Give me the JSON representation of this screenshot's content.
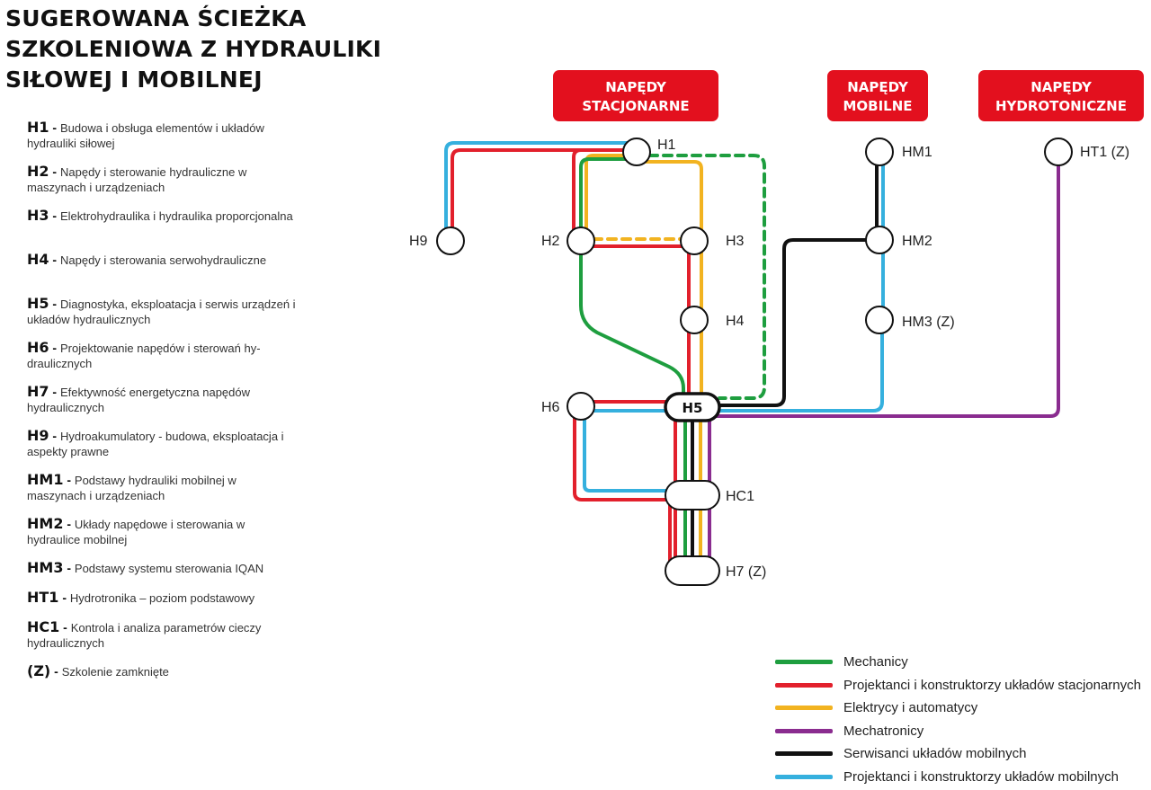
{
  "title": {
    "line1": "SUGEROWANA ŚCIEŻKA",
    "line2": "SZKOLENIOWA Z HYDRAULIKI",
    "line3": "SIŁOWEJ I MOBILNEJ"
  },
  "course_legend": [
    {
      "code": "H1",
      "text": "Budowa i obsługa elementów i układów hydrauliki siłowej"
    },
    {
      "code": "H2",
      "text": "Napędy i sterowanie hydrauliczne w maszynach i urządzeniach"
    },
    {
      "code": "H3",
      "text": "Elektrohydraulika i hydraulika proporcjonalna"
    },
    {
      "code": "H4",
      "text": "Napędy i sterowania serwohydrauliczne"
    },
    {
      "code": "H5",
      "text": "Diagnostyka, eksploatacja i serwis urządzeń i układów hydraulicznych"
    },
    {
      "code": "H6",
      "text": "Projektowanie napędów i sterowań hy-draulicznych"
    },
    {
      "code": "H7",
      "text": "Efektywność energetyczna napędów hydraulicznych"
    },
    {
      "code": "H9",
      "text": "Hydroakumulatory - budowa, eksploatacja i aspekty prawne"
    },
    {
      "code": "HM1",
      "text": "Podstawy hydrauliki mobilnej w maszynach i urządzeniach"
    },
    {
      "code": "HM2",
      "text": "Układy napędowe i sterowania w hydraulice mobilnej"
    },
    {
      "code": "HM3",
      "text": "Podstawy systemu sterowania IQAN"
    },
    {
      "code": "HT1",
      "text": "Hydrotronika – poziom podstawowy"
    },
    {
      "code": "HC1",
      "text": "Kontrola i analiza parametrów cieczy hydraulicznych"
    },
    {
      "code": "(Z)",
      "text": "Szkolenie zamknięte"
    }
  ],
  "headers": {
    "stationary": {
      "line1": "NAPĘDY",
      "line2": "STACJONARNE"
    },
    "mobile": {
      "line1": "NAPĘDY",
      "line2": "MOBILNE"
    },
    "hydrotronic": {
      "line1": "NAPĘDY",
      "line2": "HYDROTONICZNE"
    }
  },
  "nodes": {
    "H1": "H1",
    "H2": "H2",
    "H3": "H3",
    "H4": "H4",
    "H5": "H5",
    "H6": "H6",
    "H9": "H9",
    "HC1": "HC1",
    "H7": "H7 (Z)",
    "HM1": "HM1",
    "HM2": "HM2",
    "HM3": "HM3 (Z)",
    "HT1": "HT1 (Z)"
  },
  "colors": {
    "mechanics": "#1e9e3f",
    "stationary_designers": "#e2202c",
    "electricians": "#f2b320",
    "mechatronics": "#8a2c8f",
    "mobile_service": "#111111",
    "mobile_designers": "#35b0de",
    "header_red": "#e3101e"
  },
  "line_key": [
    {
      "label": "Mechanicy",
      "color": "#1e9e3f"
    },
    {
      "label": "Projektanci i konstruktorzy układów stacjonarnych",
      "color": "#e2202c"
    },
    {
      "label": "Elektrycy i automatycy",
      "color": "#f2b320"
    },
    {
      "label": "Mechatronicy",
      "color": "#8a2c8f"
    },
    {
      "label": "Serwisanci układów mobilnych",
      "color": "#111111"
    },
    {
      "label": "Projektanci i konstruktorzy układów mobilnych",
      "color": "#35b0de"
    }
  ]
}
